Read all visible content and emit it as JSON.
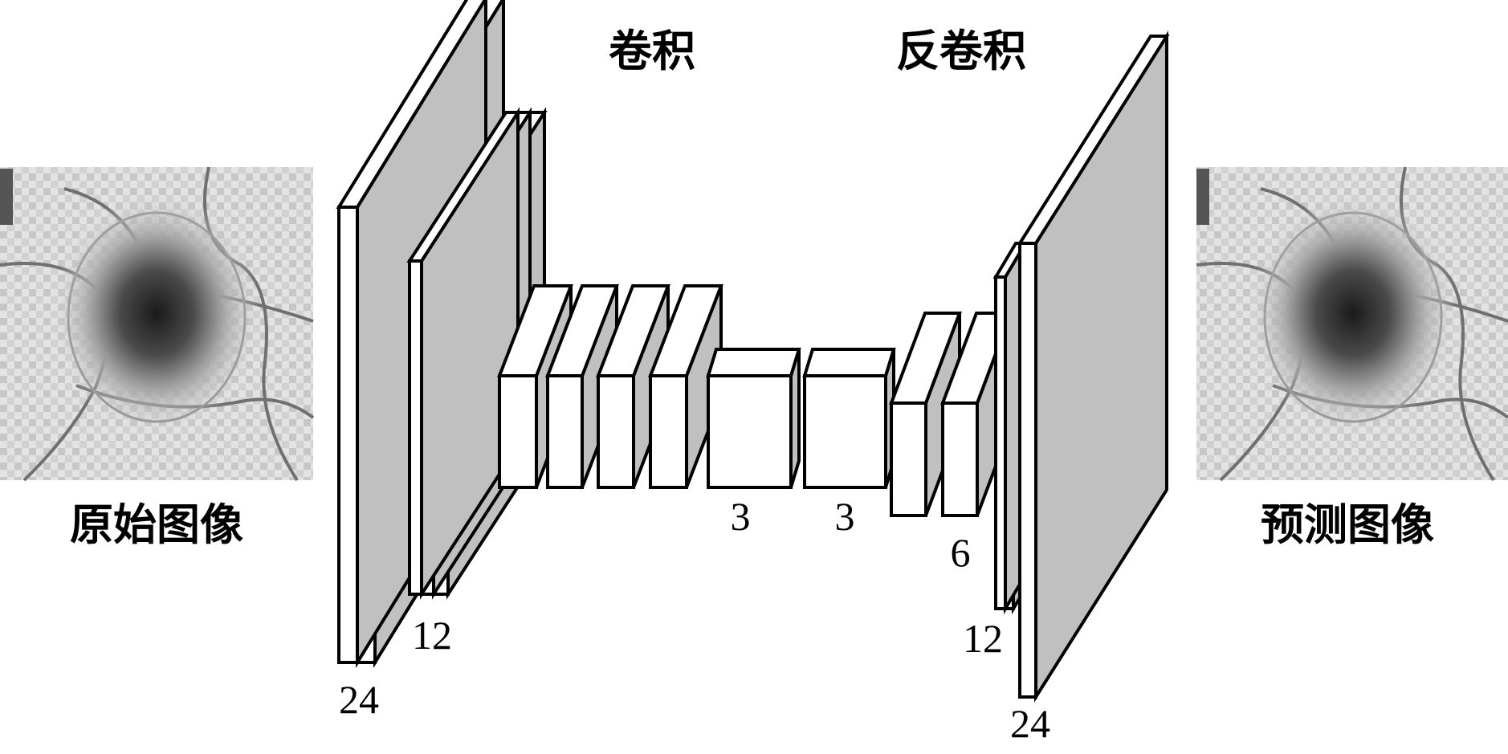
{
  "headers": {
    "conv": "卷积",
    "deconv": "反卷积"
  },
  "captions": {
    "input": "原始图像",
    "output": "预测图像"
  },
  "dims": {
    "enc_24": "24",
    "enc_12": "12",
    "mid_3a": "3",
    "mid_3b": "3",
    "dec_6": "6",
    "dec_12": "12",
    "dec_24": "24"
  },
  "colors": {
    "block_face": "#ffffff",
    "block_side": "#c0c0c0",
    "outline": "#000000"
  }
}
